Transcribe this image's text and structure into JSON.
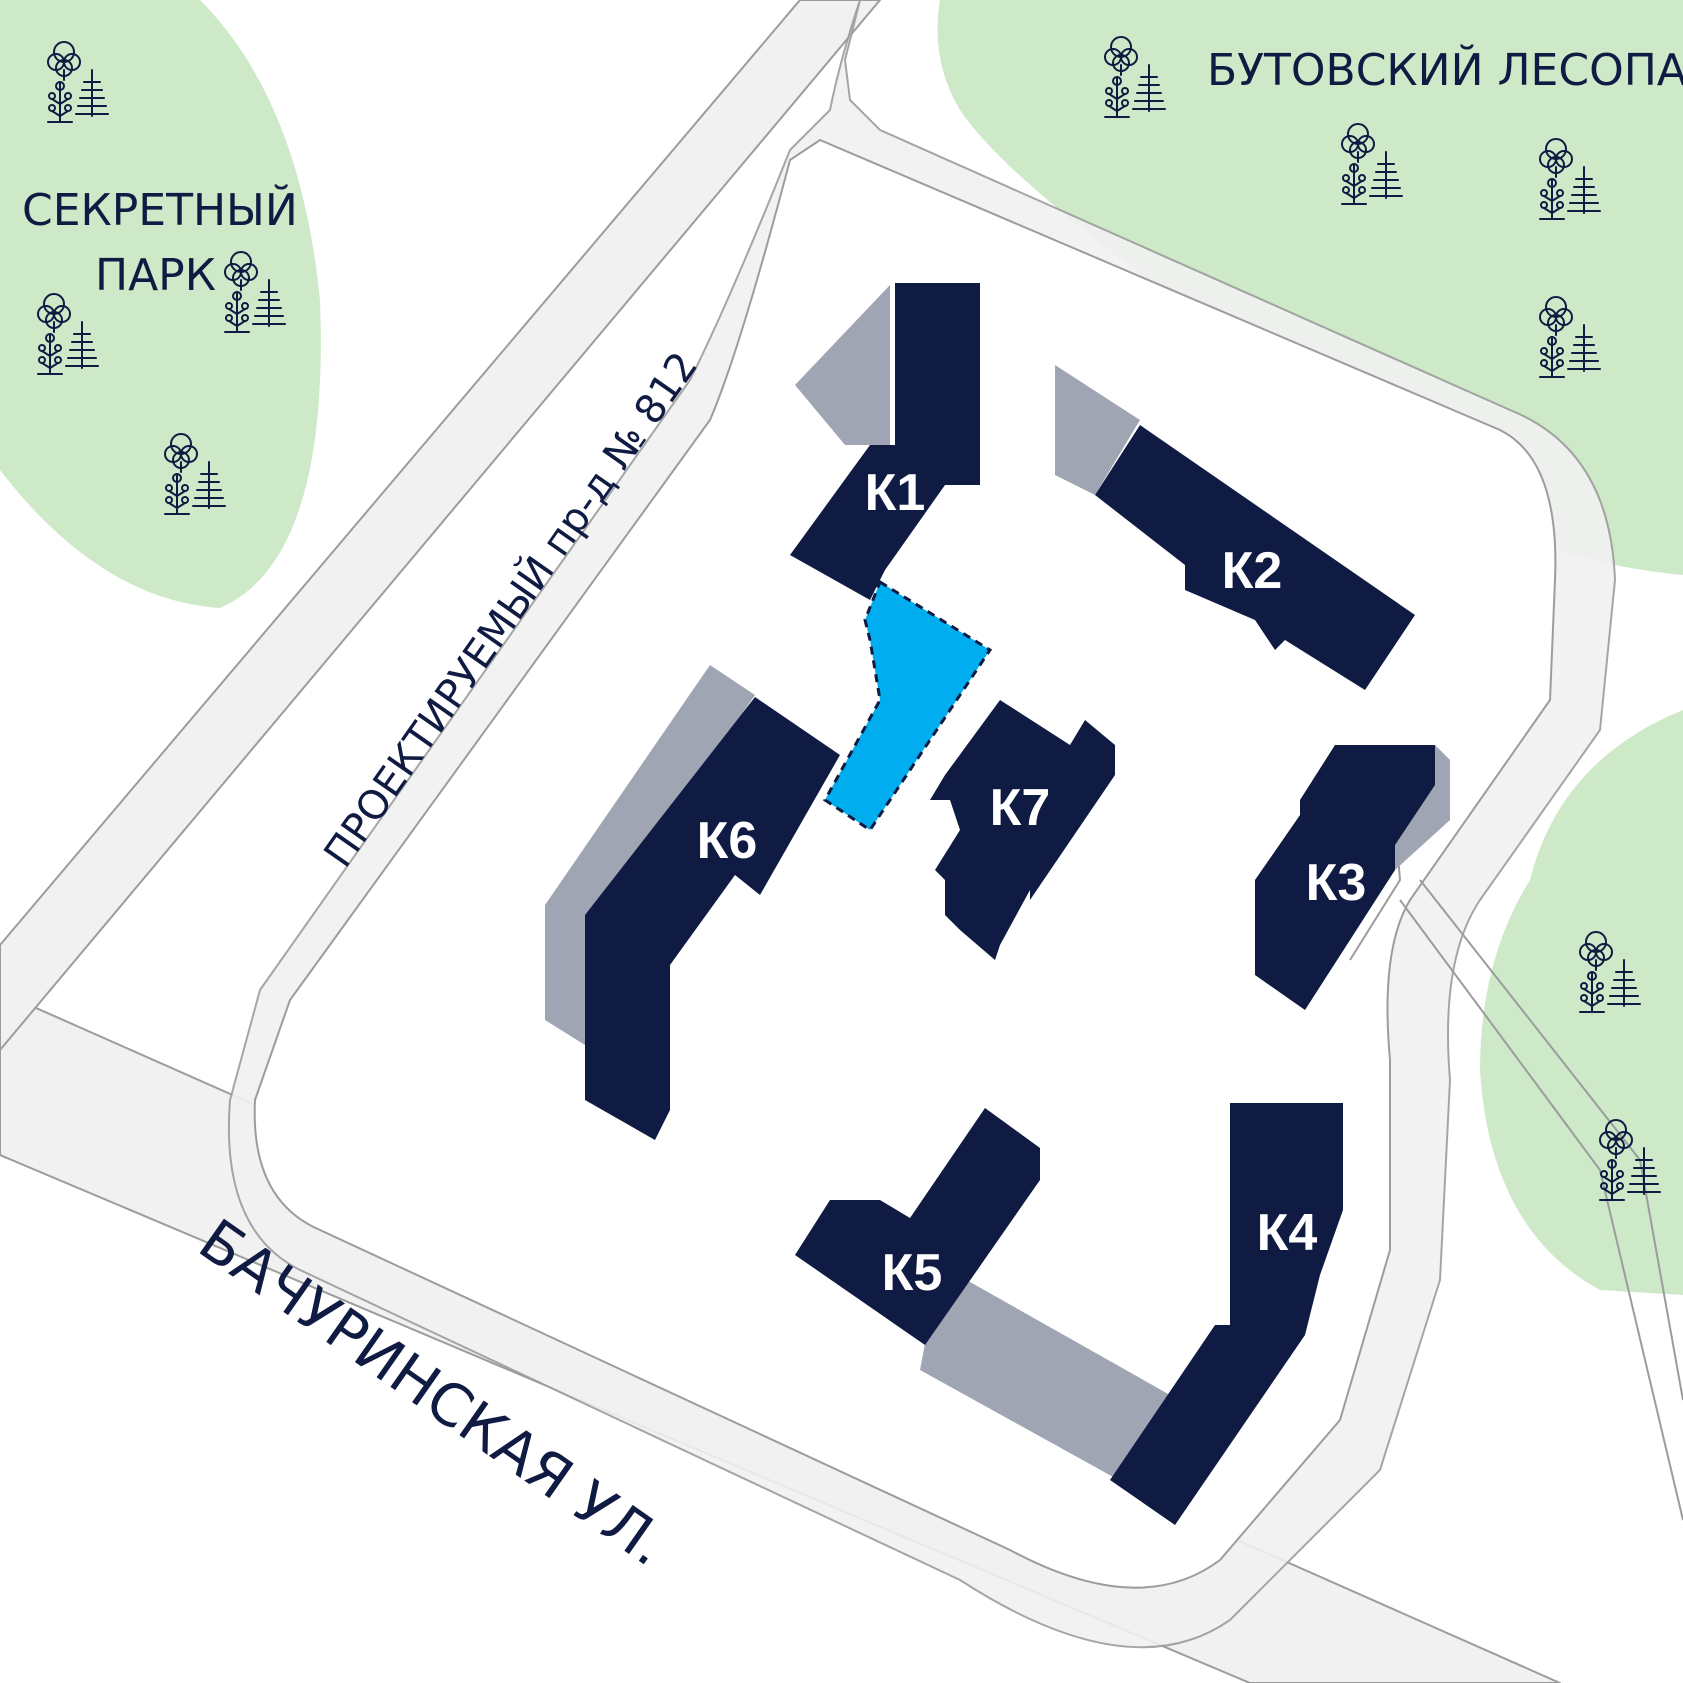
{
  "parks": {
    "left_name_line1": "СЕКРЕТНЫЙ",
    "left_name_line2": "ПАРК",
    "right_name": "БУТОВСКИЙ ЛЕСОПАРК"
  },
  "streets": {
    "diagonal_name": "ПРОЕКТИРУЕМЫЙ пр-д № 812",
    "bottom_name": "БАЧУРИНСКАЯ УЛ."
  },
  "buildings": {
    "k1": "К1",
    "k2": "К2",
    "k3": "К3",
    "k4": "К4",
    "k5": "К5",
    "k6": "К6",
    "k7": "К7"
  },
  "colors": {
    "building": "#0f1b42",
    "highlight": "#00aeef",
    "park": "#cde9c8",
    "road": "#f1f1f1",
    "shade": "#9fa5b2"
  },
  "icons": [
    "tree-icon"
  ]
}
